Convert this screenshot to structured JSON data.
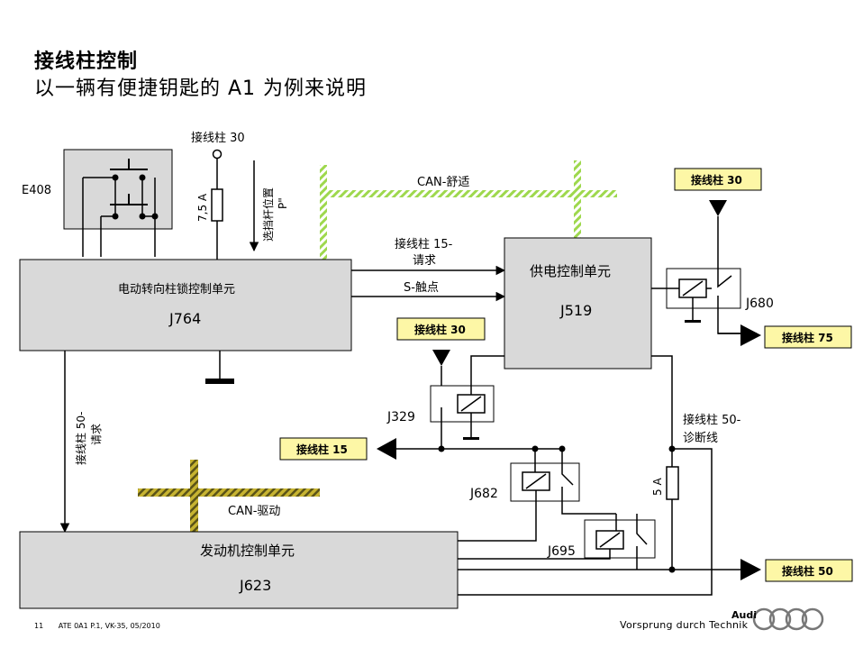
{
  "title": "接线柱控制",
  "subtitle": "以一辆有便捷钥匙的 A1 为例来说明",
  "components": {
    "e408": "E408",
    "j764": {
      "name": "电动转向柱锁控制单元",
      "code": "J764"
    },
    "j519": {
      "name": "供电控制单元",
      "code": "J519"
    },
    "j623": {
      "name": "发动机控制单元",
      "code": "J623"
    },
    "j680": "J680",
    "j329": "J329",
    "j682": "J682",
    "j695": "J695"
  },
  "labels": {
    "terminal30_top": "接线柱 30",
    "fuse_7_5a": "7,5 A",
    "selector_p_1": "选挡杆位置",
    "selector_p_2": "P\"",
    "can_comfort": "CAN-舒适",
    "can_drive": "CAN-驱动",
    "t15_request_1": "接线柱 15-",
    "t15_request_2": "请求",
    "s_contact": "S-触点",
    "t50_request_1": "接线柱 50-",
    "t50_request_2": "请求",
    "t50_diag_1": "接线柱 50-",
    "t50_diag_2": "诊断线",
    "fuse_5a": "5 A"
  },
  "badges": {
    "t30_right": "接线柱 30",
    "t75": "接线柱 75",
    "t30_mid": "接线柱 30",
    "t15": "接线柱 15",
    "t50": "接线柱 50"
  },
  "colors": {
    "box_fill": "#d9d9d9",
    "badge_fill": "#fdf7a6",
    "can_comfort": "#9ed84d",
    "can_drive": "#c7b431"
  },
  "footer": {
    "page": "11",
    "doc_ref": "ATE 0A1 P.1, VK-35, 05/2010",
    "brand": "Audi",
    "slogan": "Vorsprung durch Technik",
    "logo": "audi-rings-logo"
  }
}
